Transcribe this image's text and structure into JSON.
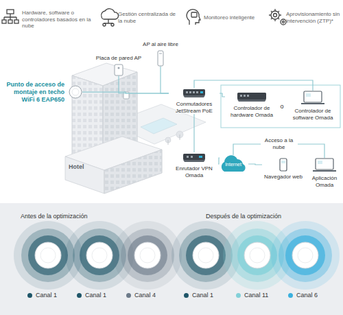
{
  "diagram": {
    "nodes": [
      {
        "text": [
          "Punto de acceso de montaje en techo WiFi 6 EAP650"
        ]
      },
      {
        "text": [
          "Placa de pared AP"
        ]
      },
      {
        "text": [
          "AP al aire libre"
        ]
      },
      {
        "text": [
          "Conmutadores JetStream PoE"
        ]
      },
      {
        "text": [
          "Controlador de hardware Omada"
        ]
      },
      {
        "text": [
          "Controlador de software Omada"
        ]
      },
      {
        "text": [
          "Enrutador VPN Omada"
        ]
      },
      {
        "text": [
          "Internet"
        ]
      },
      {
        "text": [
          "Navegador web"
        ]
      },
      {
        "text": [
          "Aplicación Omada"
        ]
      }
    ],
    "edges": [
      {
        "from": 0,
        "to": 3,
        "arrow": "none"
      },
      {
        "from": 1,
        "to": 3,
        "arrow": "none"
      },
      {
        "from": 2,
        "to": 3,
        "arrow": "none"
      },
      {
        "from": 3,
        "to": 4,
        "arrow": "none"
      },
      {
        "from": 3,
        "to": 5,
        "arrow": "none"
      },
      {
        "from": 3,
        "to": 6,
        "arrow": "none"
      },
      {
        "from": 6,
        "to": 7,
        "arrow": "none"
      },
      {
        "from": 7,
        "to": 8,
        "arrow": "none"
      },
      {
        "from": 7,
        "to": 9,
        "label": "Acceso a la nube",
        "arrow": "none"
      }
    ],
    "labels": [
      "Hardware, software o controladores basados en la nube",
      "Gestión centralizada de la nube",
      "Monitoreo inteligente",
      "Aprovisionamiento sin intervención (ZTP)*",
      "Hotel",
      "o",
      "Antes de la optimización",
      "Después de la optimización"
    ],
    "legend": [
      {
        "text": "Canal 1",
        "color": "#1e5568"
      },
      {
        "text": "Canal 1",
        "color": "#1e5568"
      },
      {
        "text": "Canal 4",
        "color": "#6c7a89"
      },
      {
        "text": "Canal 1",
        "color": "#1e5568"
      },
      {
        "text": "Canal 11",
        "color": "#82d0d8"
      },
      {
        "text": "Canal 6",
        "color": "#3bb0de"
      }
    ]
  }
}
